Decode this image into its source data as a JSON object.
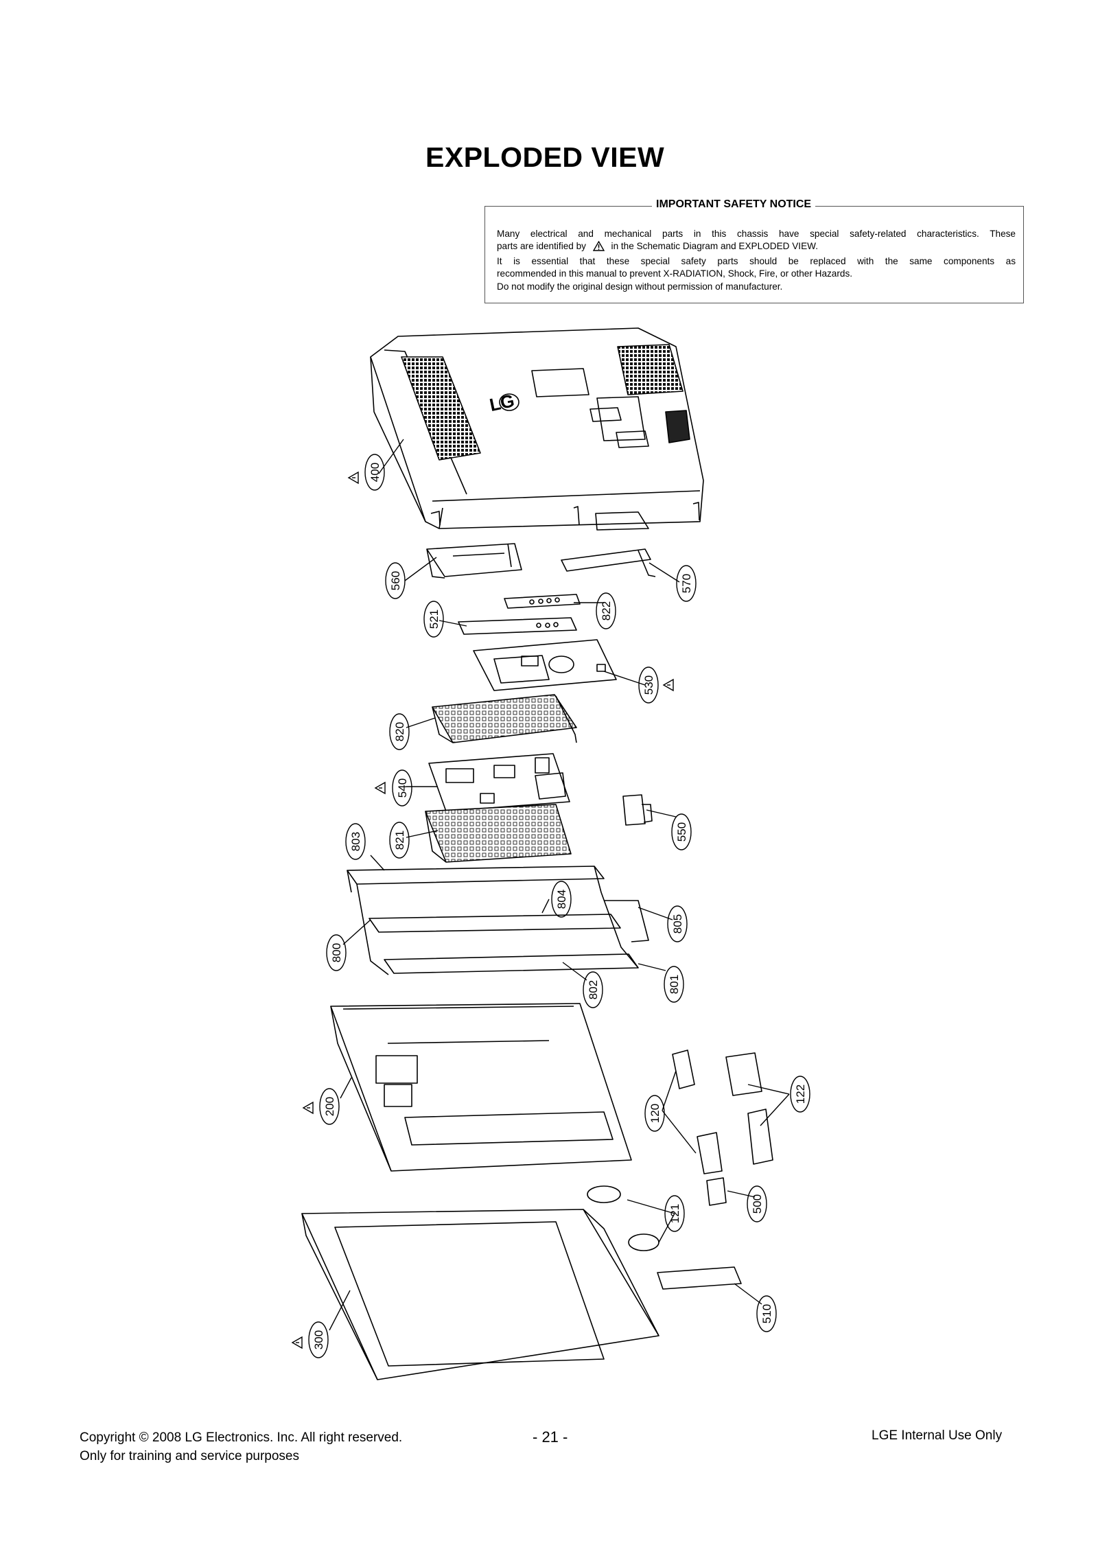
{
  "page": {
    "title": "EXPLODED VIEW"
  },
  "notice": {
    "heading": "IMPORTANT SAFETY NOTICE",
    "line1": "Many electrical and mechanical parts in this chassis have special safety-related characteristics. These",
    "line2_before": "parts are identified by",
    "line2_after": "in the Schematic Diagram and EXPLODED VIEW.",
    "line3": "It is essential that these special safety parts should be replaced with the same components as",
    "line4": "recommended in this manual to prevent X-RADIATION, Shock, Fire, or other Hazards.",
    "line5": "Do not modify the original design without permission of manufacturer."
  },
  "diagram": {
    "logo_text": "LG",
    "callouts": [
      "400",
      "560",
      "570",
      "521",
      "822",
      "530",
      "820",
      "540",
      "550",
      "821",
      "803",
      "804",
      "805",
      "800",
      "802",
      "801",
      "200",
      "120",
      "122",
      "121",
      "500",
      "510",
      "300"
    ],
    "safety_marked_parts": [
      "400",
      "530",
      "540",
      "200",
      "300"
    ],
    "warning_icon": "warning-triangle-icon"
  },
  "footer": {
    "copyright": "Copyright © 2008 LG Electronics. Inc. All right reserved.",
    "purpose": "Only for training and service purposes",
    "page_number": "- 21 -",
    "internal": "LGE Internal Use Only"
  }
}
